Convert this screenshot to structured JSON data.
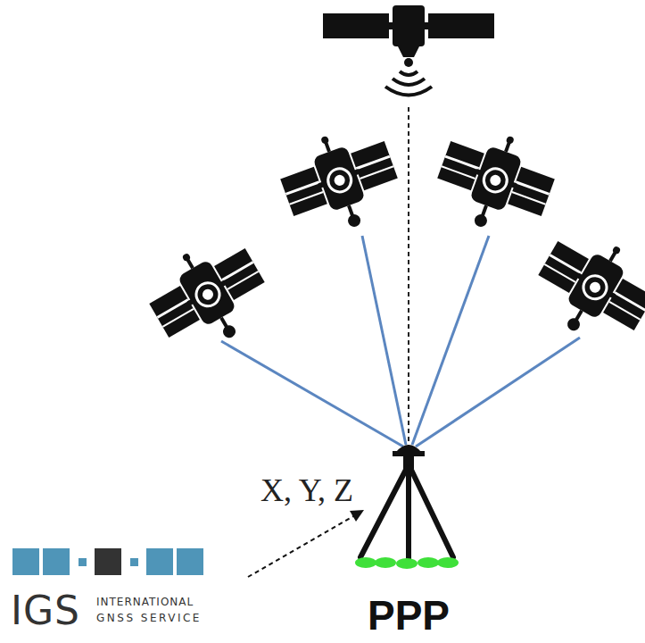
{
  "diagram": {
    "labels": [
      "X, Y, Z",
      "IGS",
      "INTERNATIONAL",
      "GNSS SERVICE",
      "PPP"
    ]
  }
}
